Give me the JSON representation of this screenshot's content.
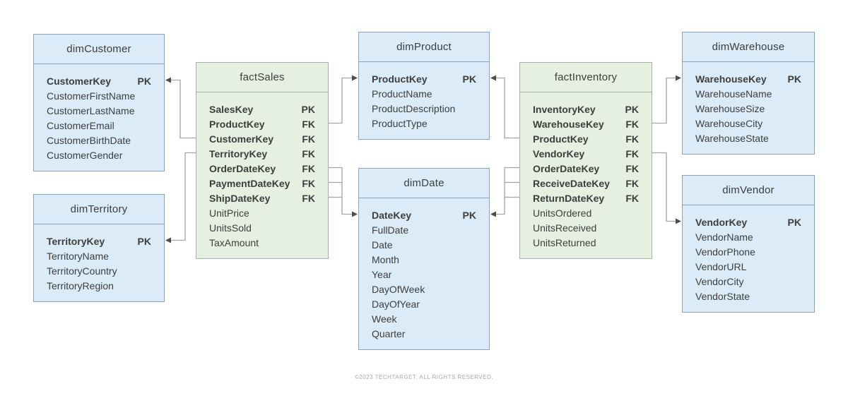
{
  "diagram": {
    "type": "star-schema-er-diagram",
    "footer": "©2023 TECHTARGET. ALL RIGHTS RESERVED.",
    "colors": {
      "dimension_fill": "#dbecf8",
      "dimension_border": "#8ba3b4",
      "fact_fill": "#e5f0e0",
      "fact_border": "#a4b2a0",
      "text": "#3d3d3d",
      "connector_line": "#a3a3a3",
      "arrowhead": "#4d4d4d",
      "footer_text": "#a8a8a8"
    },
    "tables": [
      {
        "id": "dimCustomer",
        "title": "dimCustomer",
        "kind": "dimension",
        "columns": [
          {
            "name": "CustomerKey",
            "key": "PK"
          },
          {
            "name": "CustomerFirstName",
            "key": ""
          },
          {
            "name": "CustomerLastName",
            "key": ""
          },
          {
            "name": "CustomerEmail",
            "key": ""
          },
          {
            "name": "CustomerBirthDate",
            "key": ""
          },
          {
            "name": "CustomerGender",
            "key": ""
          }
        ]
      },
      {
        "id": "dimTerritory",
        "title": "dimTerritory",
        "kind": "dimension",
        "columns": [
          {
            "name": "TerritoryKey",
            "key": "PK"
          },
          {
            "name": "TerritoryName",
            "key": ""
          },
          {
            "name": "TerritoryCountry",
            "key": ""
          },
          {
            "name": "TerritoryRegion",
            "key": ""
          }
        ]
      },
      {
        "id": "factSales",
        "title": "factSales",
        "kind": "fact",
        "columns": [
          {
            "name": "SalesKey",
            "key": "PK"
          },
          {
            "name": "ProductKey",
            "key": "FK"
          },
          {
            "name": "CustomerKey",
            "key": "FK"
          },
          {
            "name": "TerritoryKey",
            "key": "FK"
          },
          {
            "name": "OrderDateKey",
            "key": "FK"
          },
          {
            "name": "PaymentDateKey",
            "key": "FK"
          },
          {
            "name": "ShipDateKey",
            "key": "FK"
          },
          {
            "name": "UnitPrice",
            "key": ""
          },
          {
            "name": "UnitsSold",
            "key": ""
          },
          {
            "name": "TaxAmount",
            "key": ""
          }
        ]
      },
      {
        "id": "dimProduct",
        "title": "dimProduct",
        "kind": "dimension",
        "columns": [
          {
            "name": "ProductKey",
            "key": "PK"
          },
          {
            "name": "ProductName",
            "key": ""
          },
          {
            "name": "ProductDescription",
            "key": ""
          },
          {
            "name": "ProductType",
            "key": ""
          }
        ]
      },
      {
        "id": "dimDate",
        "title": "dimDate",
        "kind": "dimension",
        "columns": [
          {
            "name": "DateKey",
            "key": "PK"
          },
          {
            "name": "FullDate",
            "key": ""
          },
          {
            "name": "Date",
            "key": ""
          },
          {
            "name": "Month",
            "key": ""
          },
          {
            "name": "Year",
            "key": ""
          },
          {
            "name": "DayOfWeek",
            "key": ""
          },
          {
            "name": "DayOfYear",
            "key": ""
          },
          {
            "name": "Week",
            "key": ""
          },
          {
            "name": "Quarter",
            "key": ""
          }
        ]
      },
      {
        "id": "factInventory",
        "title": "factInventory",
        "kind": "fact",
        "columns": [
          {
            "name": "InventoryKey",
            "key": "PK"
          },
          {
            "name": "WarehouseKey",
            "key": "FK"
          },
          {
            "name": "ProductKey",
            "key": "FK"
          },
          {
            "name": "VendorKey",
            "key": "FK"
          },
          {
            "name": "OrderDateKey",
            "key": "FK"
          },
          {
            "name": "ReceiveDateKey",
            "key": "FK"
          },
          {
            "name": "ReturnDateKey",
            "key": "FK"
          },
          {
            "name": "UnitsOrdered",
            "key": ""
          },
          {
            "name": "UnitsReceived",
            "key": ""
          },
          {
            "name": "UnitsReturned",
            "key": ""
          }
        ]
      },
      {
        "id": "dimWarehouse",
        "title": "dimWarehouse",
        "kind": "dimension",
        "columns": [
          {
            "name": "WarehouseKey",
            "key": "PK"
          },
          {
            "name": "WarehouseName",
            "key": ""
          },
          {
            "name": "WarehouseSize",
            "key": ""
          },
          {
            "name": "WarehouseCity",
            "key": ""
          },
          {
            "name": "WarehouseState",
            "key": ""
          }
        ]
      },
      {
        "id": "dimVendor",
        "title": "dimVendor",
        "kind": "dimension",
        "columns": [
          {
            "name": "VendorKey",
            "key": "PK"
          },
          {
            "name": "VendorName",
            "key": ""
          },
          {
            "name": "VendorPhone",
            "key": ""
          },
          {
            "name": "VendorURL",
            "key": ""
          },
          {
            "name": "VendorCity",
            "key": ""
          },
          {
            "name": "VendorState",
            "key": ""
          }
        ]
      }
    ],
    "relationships": [
      {
        "from": "factSales.CustomerKey",
        "to": "dimCustomer.CustomerKey"
      },
      {
        "from": "factSales.TerritoryKey",
        "to": "dimTerritory.TerritoryKey"
      },
      {
        "from": "factSales.ProductKey",
        "to": "dimProduct.ProductKey"
      },
      {
        "from": "factSales.OrderDateKey",
        "to": "dimDate.DateKey"
      },
      {
        "from": "factSales.PaymentDateKey",
        "to": "dimDate.DateKey"
      },
      {
        "from": "factSales.ShipDateKey",
        "to": "dimDate.DateKey"
      },
      {
        "from": "factInventory.ProductKey",
        "to": "dimProduct.ProductKey"
      },
      {
        "from": "factInventory.OrderDateKey",
        "to": "dimDate.DateKey"
      },
      {
        "from": "factInventory.ReceiveDateKey",
        "to": "dimDate.DateKey"
      },
      {
        "from": "factInventory.ReturnDateKey",
        "to": "dimDate.DateKey"
      },
      {
        "from": "factInventory.WarehouseKey",
        "to": "dimWarehouse.WarehouseKey"
      },
      {
        "from": "factInventory.VendorKey",
        "to": "dimVendor.VendorKey"
      }
    ]
  }
}
